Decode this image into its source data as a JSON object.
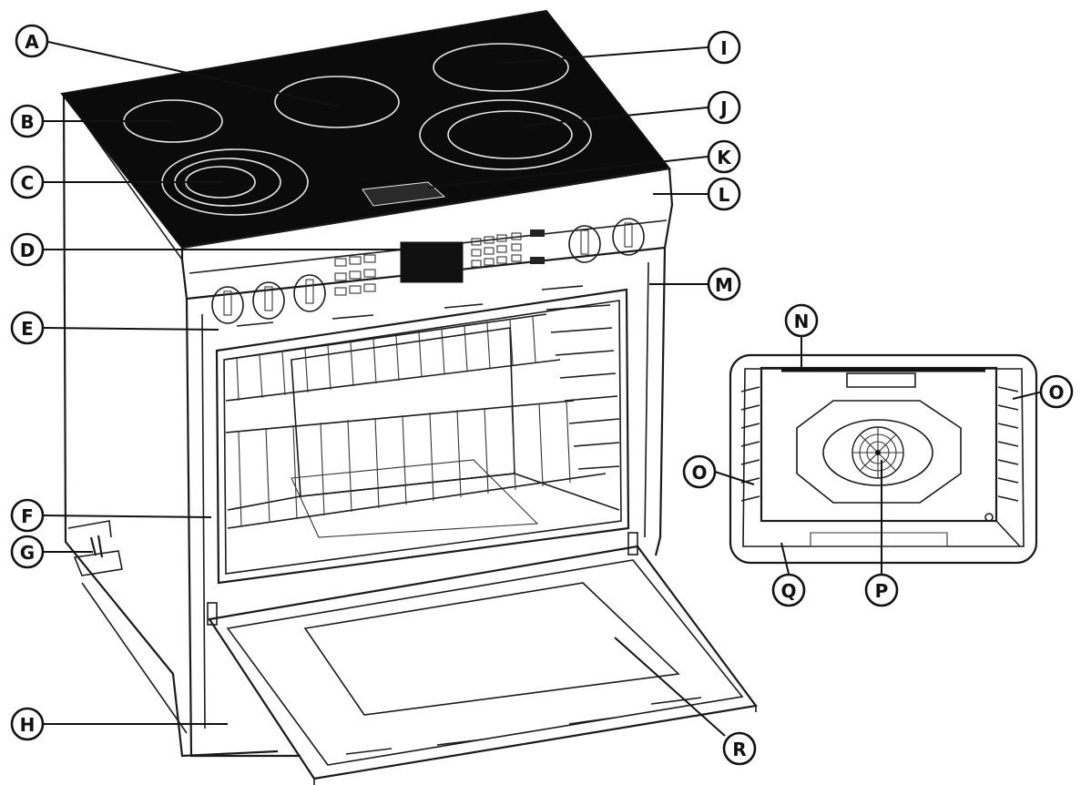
{
  "colors": {
    "line": "#1a1a1a",
    "cooktop_glass": "#0b0b0b",
    "burner_ring": "#e8e8e8",
    "background": "#ffffff"
  },
  "callouts": {
    "A": "A",
    "B": "B",
    "C": "C",
    "D": "D",
    "E": "E",
    "F": "F",
    "G": "G",
    "H": "H",
    "I": "I",
    "J": "J",
    "K": "K",
    "L": "L",
    "M": "M",
    "N": "N",
    "O": "O",
    "P": "P",
    "Q": "Q",
    "R": "R"
  },
  "views": {
    "range": "range-front-three-quarter-view",
    "oven_interior": "oven-cavity-rear-wall-view"
  }
}
